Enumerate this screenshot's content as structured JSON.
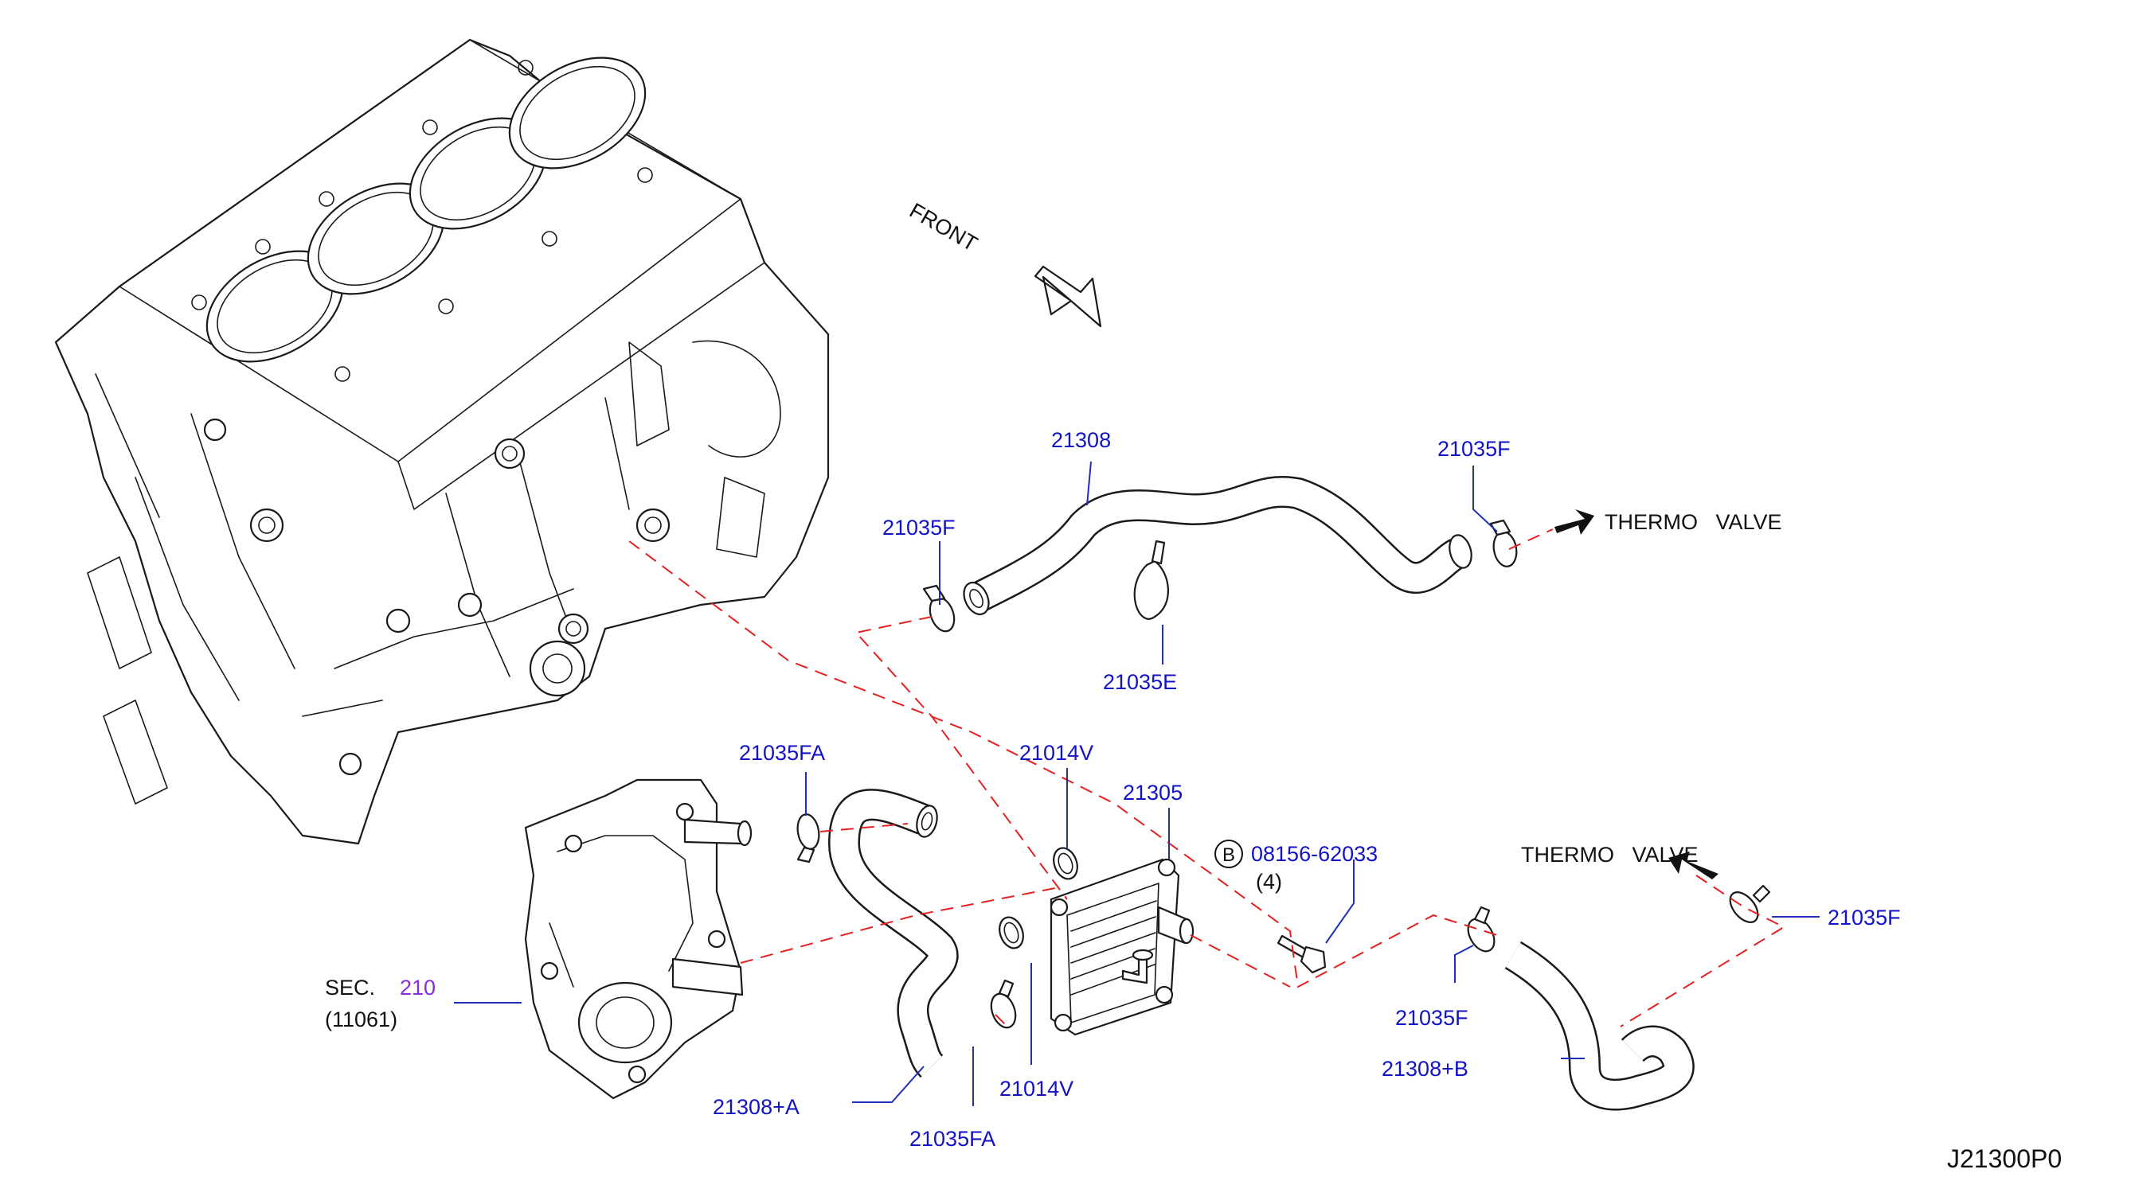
{
  "colors": {
    "part_number_text": "#1212c8",
    "plain_text": "#111111",
    "section_ref_text": "#8a2be2",
    "dashed_connection": "#e52020",
    "line_art": "#1a1a1a"
  },
  "front_indicator": {
    "label": "FRONT",
    "icon": "front-direction-arrow-icon"
  },
  "labels": {
    "hose_upper": "21308",
    "clamp_upper_right": "21035F",
    "clamp_upper_left": "21035F",
    "clamp_upper_mid": "21035E",
    "clamp_fa_top": "21035FA",
    "oring_top": "21014V",
    "oil_cooler": "21305",
    "bolt_part": "08156-62033",
    "bolt_ref_letter": "B",
    "bolt_qty": "(4)",
    "section_prefix": "SEC.",
    "section_number": "210",
    "section_sub": "(11061)",
    "hose_a": "21308+A",
    "clamp_fa_bottom": "21035FA",
    "oring_bottom": "21014V",
    "clamp_lower_mid": "21035F",
    "hose_b": "21308+B",
    "clamp_lower_right": "21035F",
    "thermo_valve_upper": "THERMO   VALVE",
    "thermo_valve_lower": "THERMO   VALVE",
    "diagram_code": "J21300P0"
  }
}
